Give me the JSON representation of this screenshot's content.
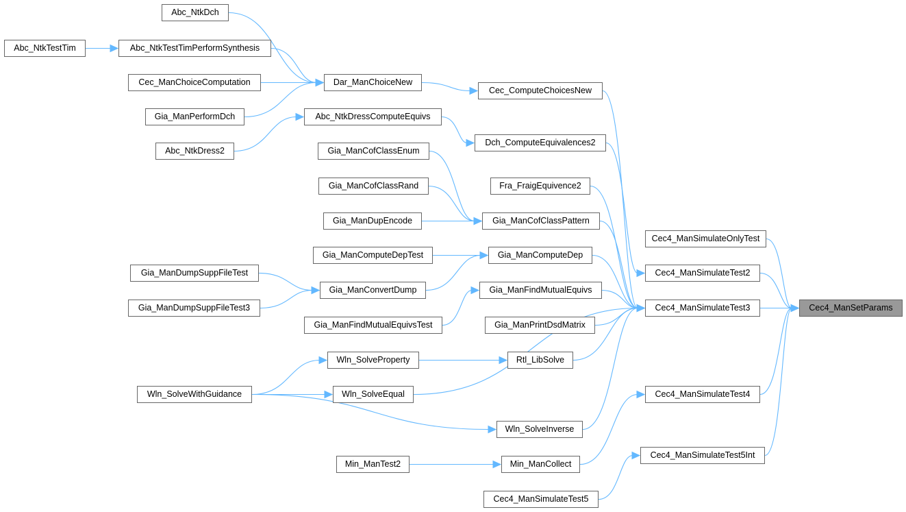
{
  "colors": {
    "edge": "#63b8ff",
    "node_border": "#666666",
    "root_fill": "#999999"
  },
  "root": "Cec4_ManSetParams",
  "nodes": [
    {
      "id": "n0",
      "label": "Abc_NtkDch"
    },
    {
      "id": "n1",
      "label": "Abc_NtkTestTim"
    },
    {
      "id": "n2",
      "label": "Abc_NtkTestTimPerformSynthesis"
    },
    {
      "id": "n3",
      "label": "Cec_ManChoiceComputation"
    },
    {
      "id": "n4",
      "label": "Gia_ManPerformDch"
    },
    {
      "id": "n5",
      "label": "Abc_NtkDress2"
    },
    {
      "id": "n6",
      "label": "Dar_ManChoiceNew"
    },
    {
      "id": "n7",
      "label": "Abc_NtkDressComputeEquivs"
    },
    {
      "id": "n8",
      "label": "Cec_ComputeChoicesNew"
    },
    {
      "id": "n9",
      "label": "Dch_ComputeEquivalences2"
    },
    {
      "id": "n10",
      "label": "Gia_ManCofClassEnum"
    },
    {
      "id": "n11",
      "label": "Gia_ManCofClassRand"
    },
    {
      "id": "n12",
      "label": "Gia_ManDupEncode"
    },
    {
      "id": "n13",
      "label": "Gia_ManCofClassPattern"
    },
    {
      "id": "n14",
      "label": "Fra_FraigEquivence2"
    },
    {
      "id": "n15",
      "label": "Gia_ManComputeDepTest"
    },
    {
      "id": "n16",
      "label": "Gia_ManComputeDep"
    },
    {
      "id": "n17",
      "label": "Gia_ManDumpSuppFileTest"
    },
    {
      "id": "n18",
      "label": "Gia_ManDumpSuppFileTest3"
    },
    {
      "id": "n19",
      "label": "Gia_ManConvertDump"
    },
    {
      "id": "n20",
      "label": "Gia_ManFindMutualEquivs"
    },
    {
      "id": "n21",
      "label": "Gia_ManFindMutualEquivsTest"
    },
    {
      "id": "n22",
      "label": "Gia_ManPrintDsdMatrix"
    },
    {
      "id": "n23",
      "label": "Wln_SolveProperty"
    },
    {
      "id": "n24",
      "label": "Rtl_LibSolve"
    },
    {
      "id": "n25",
      "label": "Wln_SolveWithGuidance"
    },
    {
      "id": "n26",
      "label": "Wln_SolveEqual"
    },
    {
      "id": "n27",
      "label": "Wln_SolveInverse"
    },
    {
      "id": "n28",
      "label": "Min_ManTest2"
    },
    {
      "id": "n29",
      "label": "Min_ManCollect"
    },
    {
      "id": "n30",
      "label": "Cec4_ManSimulateTest5"
    },
    {
      "id": "n31",
      "label": "Cec4_ManSimulateOnlyTest"
    },
    {
      "id": "n32",
      "label": "Cec4_ManSimulateTest2"
    },
    {
      "id": "n33",
      "label": "Cec4_ManSimulateTest3"
    },
    {
      "id": "n34",
      "label": "Cec4_ManSimulateTest4"
    },
    {
      "id": "n35",
      "label": "Cec4_ManSimulateTest5Int"
    },
    {
      "id": "n36",
      "label": "Cec4_ManSetParams"
    }
  ],
  "edges": [
    [
      "n0",
      "n6"
    ],
    [
      "n1",
      "n2"
    ],
    [
      "n2",
      "n6"
    ],
    [
      "n3",
      "n6"
    ],
    [
      "n4",
      "n6"
    ],
    [
      "n5",
      "n7"
    ],
    [
      "n6",
      "n8"
    ],
    [
      "n7",
      "n9"
    ],
    [
      "n10",
      "n13"
    ],
    [
      "n11",
      "n13"
    ],
    [
      "n12",
      "n13"
    ],
    [
      "n15",
      "n16"
    ],
    [
      "n17",
      "n19"
    ],
    [
      "n18",
      "n19"
    ],
    [
      "n19",
      "n16"
    ],
    [
      "n21",
      "n20"
    ],
    [
      "n25",
      "n23"
    ],
    [
      "n25",
      "n26"
    ],
    [
      "n25",
      "n27"
    ],
    [
      "n23",
      "n24"
    ],
    [
      "n28",
      "n29"
    ],
    [
      "n30",
      "n35"
    ],
    [
      "n8",
      "n33"
    ],
    [
      "n9",
      "n32"
    ],
    [
      "n14",
      "n33"
    ],
    [
      "n13",
      "n33"
    ],
    [
      "n16",
      "n33"
    ],
    [
      "n20",
      "n33"
    ],
    [
      "n22",
      "n33"
    ],
    [
      "n24",
      "n33"
    ],
    [
      "n26",
      "n33"
    ],
    [
      "n27",
      "n33"
    ],
    [
      "n29",
      "n34"
    ],
    [
      "n31",
      "n36"
    ],
    [
      "n32",
      "n36"
    ],
    [
      "n33",
      "n36"
    ],
    [
      "n34",
      "n36"
    ],
    [
      "n35",
      "n36"
    ]
  ]
}
